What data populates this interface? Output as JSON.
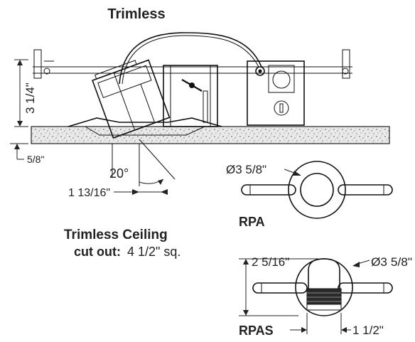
{
  "title": "Trimless",
  "dimensions": {
    "height": "3 1/4\"",
    "ceiling_thickness": "5/8\"",
    "tilt": "20°",
    "offset": "1 13/16\"",
    "rpa_diameter": "Ø3 5/8\"",
    "rpas_diameter": "Ø3 5/8\"",
    "rpas_height": "2 5/16\"",
    "rpas_lens": "1 1/2\""
  },
  "labels": {
    "rpa": "RPA",
    "rpas": "RPAS"
  },
  "cutout": {
    "line1": "Trimless Ceiling",
    "line2_bold": "cut out:",
    "line2_value": "4 1/2\" sq."
  }
}
